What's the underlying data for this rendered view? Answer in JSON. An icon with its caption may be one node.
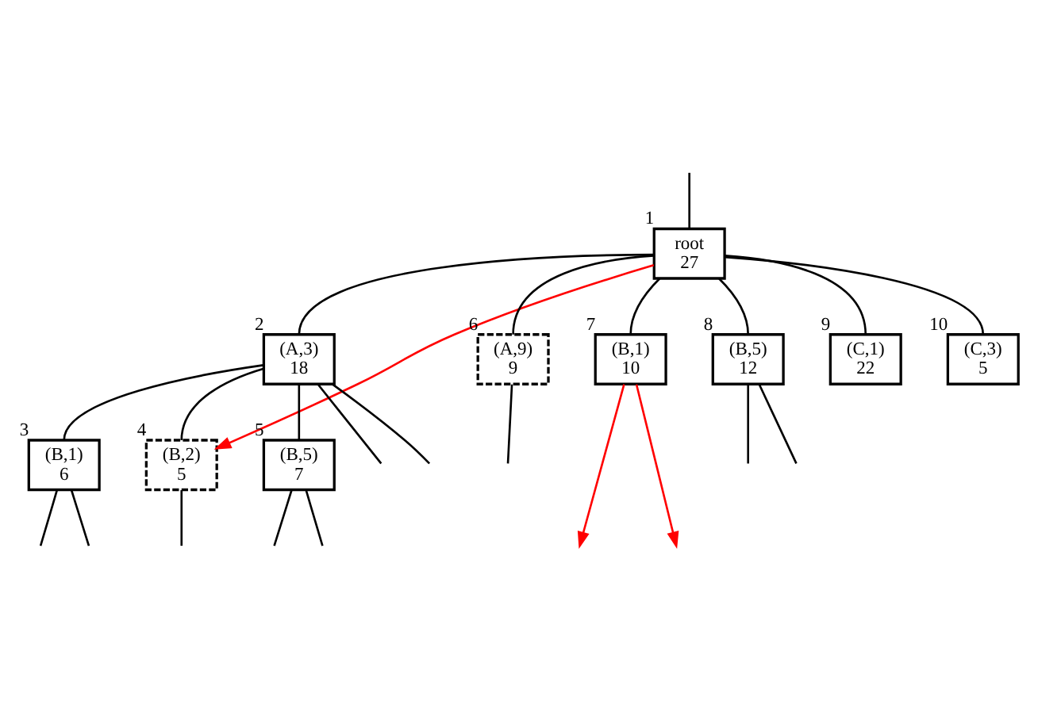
{
  "diagram": {
    "nodes": [
      {
        "text": [
          "root",
          "27"
        ],
        "beside": [
          "1"
        ]
      },
      {
        "text": [
          "(A,3)",
          "18"
        ],
        "beside": [
          "2"
        ]
      },
      {
        "text": [
          "(B,1)",
          "6"
        ],
        "beside": [
          "3"
        ]
      },
      {
        "text": [
          "(B,2)",
          "5"
        ],
        "beside": [
          "4"
        ]
      },
      {
        "text": [
          "(B,5)",
          "7"
        ],
        "beside": [
          "5"
        ]
      },
      {
        "text": [
          "(A,9)",
          "9"
        ],
        "beside": [
          "6"
        ]
      },
      {
        "text": [
          "(B,1)",
          "10"
        ],
        "beside": [
          "7"
        ]
      },
      {
        "text": [
          "(B,5)",
          "12"
        ],
        "beside": [
          "8"
        ]
      },
      {
        "text": [
          "(C,1)",
          "22"
        ],
        "beside": [
          "9"
        ]
      },
      {
        "text": [
          "(C,3)",
          "5"
        ],
        "beside": [
          "10"
        ]
      }
    ],
    "edges": [
      {
        "from": null,
        "to": 0,
        "arrow": "none"
      },
      {
        "from": 0,
        "to": 1,
        "arrow": "none"
      },
      {
        "from": 0,
        "to": 5,
        "arrow": "none"
      },
      {
        "from": 0,
        "to": 6,
        "arrow": "none"
      },
      {
        "from": 0,
        "to": 7,
        "arrow": "none"
      },
      {
        "from": 0,
        "to": 8,
        "arrow": "none"
      },
      {
        "from": 0,
        "to": 9,
        "arrow": "none"
      },
      {
        "from": 1,
        "to": 2,
        "arrow": "none"
      },
      {
        "from": 1,
        "to": 3,
        "arrow": "none"
      },
      {
        "from": 1,
        "to": 4,
        "arrow": "none"
      },
      {
        "from": 1,
        "to": null,
        "arrow": "none"
      },
      {
        "from": 1,
        "to": null,
        "arrow": "none"
      },
      {
        "from": 2,
        "to": null,
        "arrow": "none"
      },
      {
        "from": 2,
        "to": null,
        "arrow": "none"
      },
      {
        "from": 3,
        "to": null,
        "arrow": "none"
      },
      {
        "from": 4,
        "to": null,
        "arrow": "none"
      },
      {
        "from": 4,
        "to": null,
        "arrow": "none"
      },
      {
        "from": 5,
        "to": null,
        "arrow": "none"
      },
      {
        "from": 7,
        "to": null,
        "arrow": "none"
      },
      {
        "from": 7,
        "to": null,
        "arrow": "none"
      },
      {
        "from": 0,
        "to": 3,
        "arrow": "to",
        "color": "#ff0000"
      },
      {
        "from": 6,
        "to": null,
        "arrow": "to",
        "color": "#ff0000"
      },
      {
        "from": 6,
        "to": null,
        "arrow": "to",
        "color": "#ff0000"
      }
    ]
  }
}
